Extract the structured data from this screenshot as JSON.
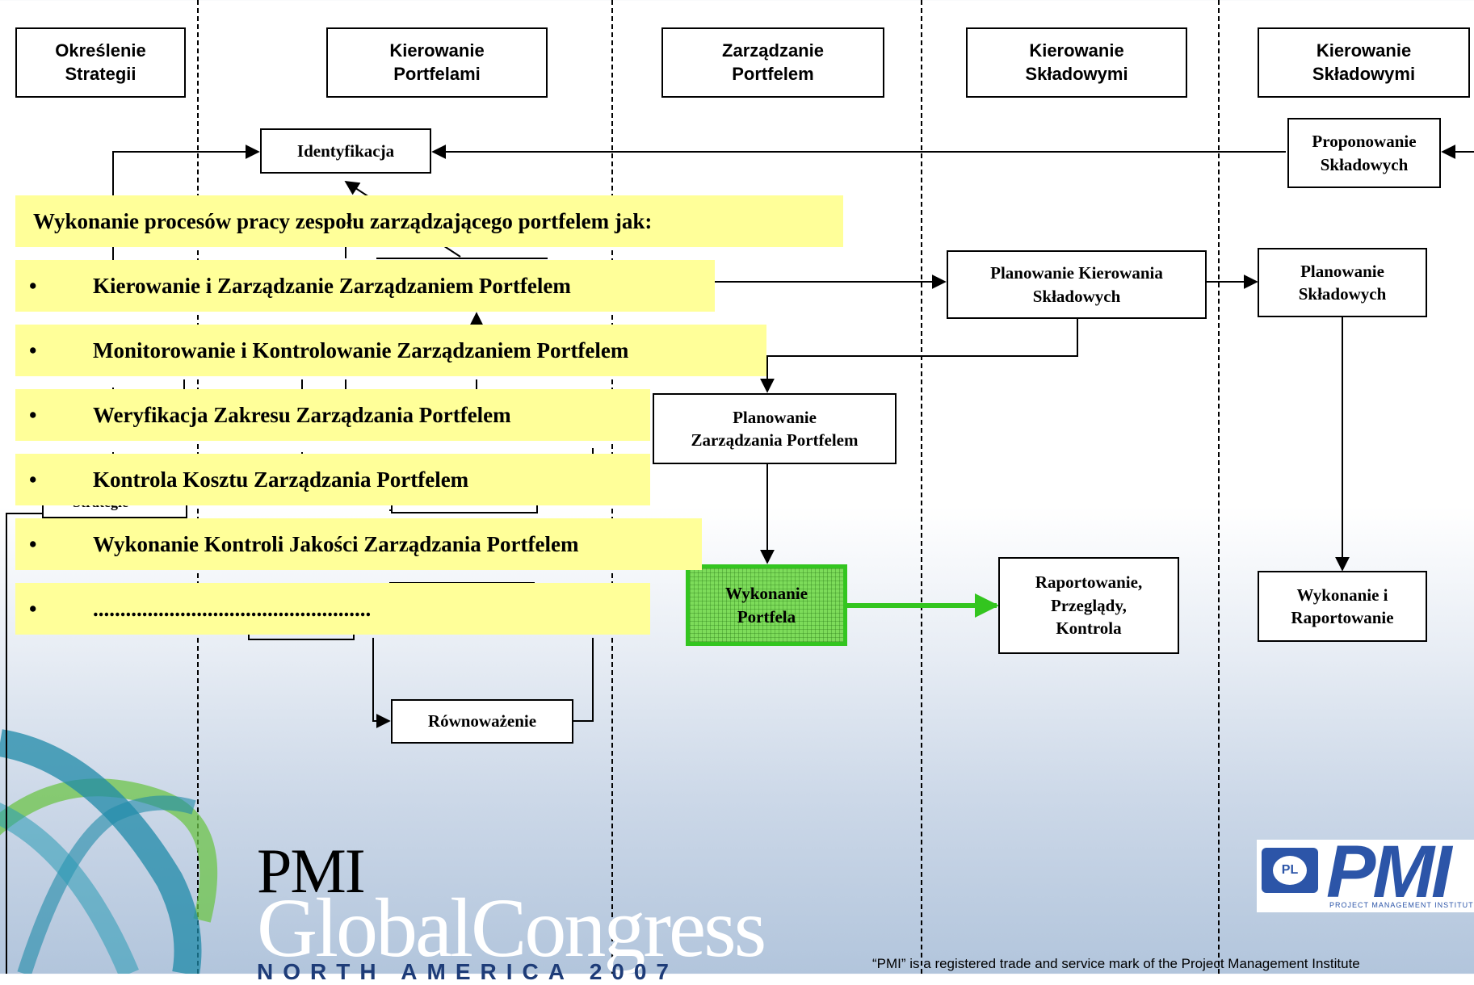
{
  "lanes": [
    {
      "label": "Określenie\nStrategii"
    },
    {
      "label": "Kierowanie\nPortfelami"
    },
    {
      "label": "Zarządzanie\nPortfelem"
    },
    {
      "label": "Kierowanie\nSkładowymi"
    },
    {
      "label": "Kierowanie\nSkładowymi"
    }
  ],
  "boxes": {
    "identyfikacja": "Identyfikacja",
    "proponowanie": "Proponowanie\nSkładowych",
    "planowanie_kierowania": "Planowanie Kierowania\nSkładowych",
    "planowanie_skladowych": "Planowanie\nSkładowych",
    "planowanie_zarzadzania": "Planowanie\nZarządzania Portfelem",
    "wykonanie_portfela": "Wykonanie\nPortfela",
    "raportowanie": "Raportowanie,\nPrzeglądy,\nKontrola",
    "wykonanie_raportowanie": "Wykonanie i\nRaportowanie",
    "rownowazenie": "Równoważenie",
    "strategie_fragment": "Strategie"
  },
  "overlay": {
    "title": "Wykonanie procesów pracy zespołu zarządzającego portfelem jak:",
    "bullet_symbol": "•",
    "items": [
      "Kierowanie i Zarządzanie Zarządzaniem Portfelem",
      "Monitorowanie i Kontrolowanie Zarządzaniem Portfelem",
      "Weryfikacja Zakresu Zarządzania Portfelem",
      "Kontrola Kosztu Zarządzania Portfelem",
      "Wykonanie Kontroli Jakości Zarządzania Portfelem",
      "..................................................."
    ]
  },
  "branding": {
    "pmi": "PMI",
    "global_congress": "GlobalCongress",
    "north_america": "NORTH AMERICA 2007",
    "trademark": "“PMI” is a registered trade and service mark of the Project Management Institute",
    "pl_badge": "PL",
    "pmi_logo_text": "PMI",
    "pmi_logo_sub": "PROJECT MANAGEMENT INSTITUTE"
  },
  "colors": {
    "highlight_band": "#ffff99",
    "active_process": "#7ddc5a",
    "active_border": "#33c51f",
    "pmi_blue": "#2c55a8"
  }
}
